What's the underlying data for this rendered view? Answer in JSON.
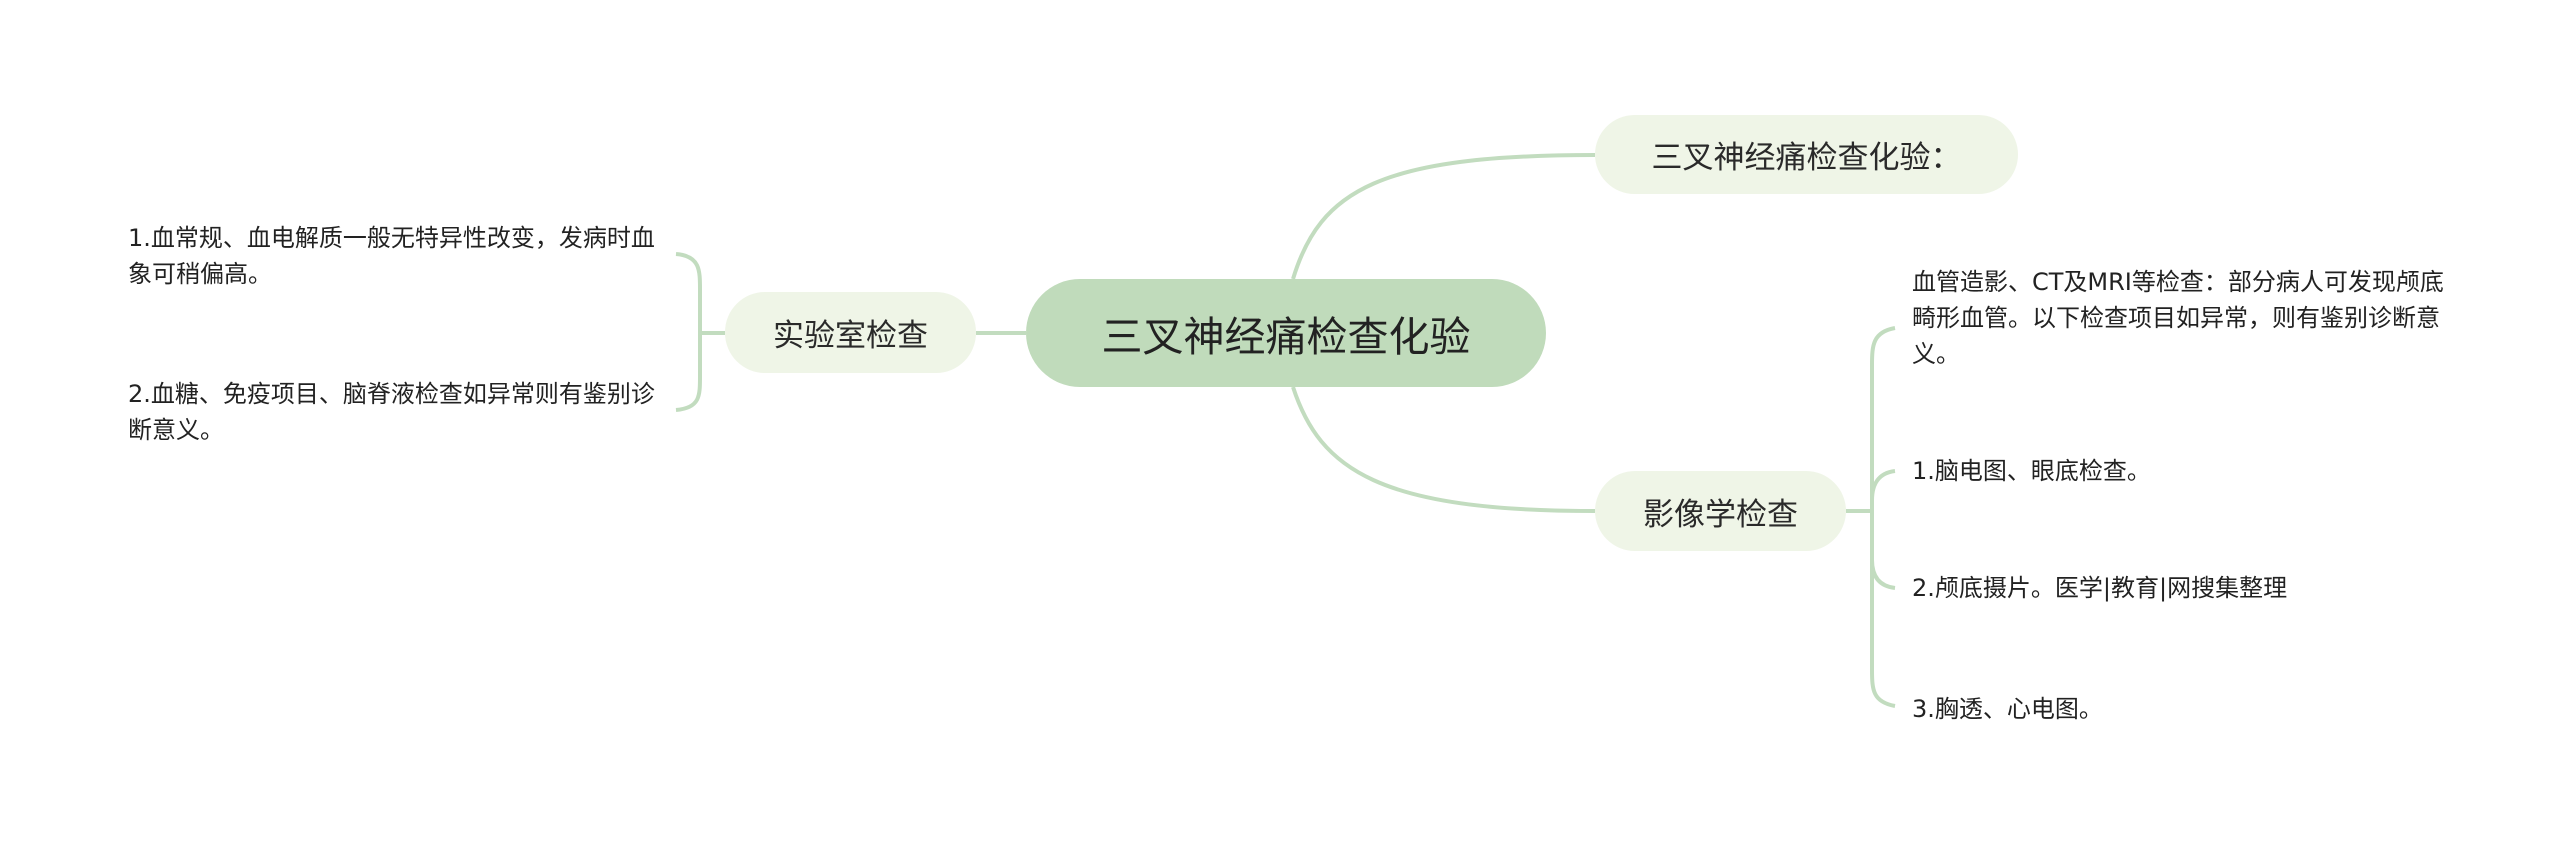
{
  "root": {
    "label": "三叉神经痛检查化验"
  },
  "branches": {
    "top": {
      "label": "三叉神经痛检查化验："
    },
    "lab": {
      "label": "实验室检查",
      "items": [
        "1.血常规、血电解质一般无特异性改变，发病时血象可稍偏高。",
        "2.血糖、免疫项目、脑脊液检查如异常则有鉴别诊断意义。"
      ]
    },
    "imaging": {
      "label": "影像学检查",
      "items": [
        "血管造影、CT及MRI等检查：部分病人可发现颅底畸形血管。以下检查项目如异常，则有鉴别诊断意义。",
        "1.脑电图、眼底检查。",
        "2.颅底摄片。医学|教育|网搜集整理",
        "3.胸透、心电图。"
      ]
    }
  },
  "colors": {
    "line": "#c2dcbf",
    "root_bg": "#c0dbbb",
    "node_bg": "#eff5e7"
  }
}
